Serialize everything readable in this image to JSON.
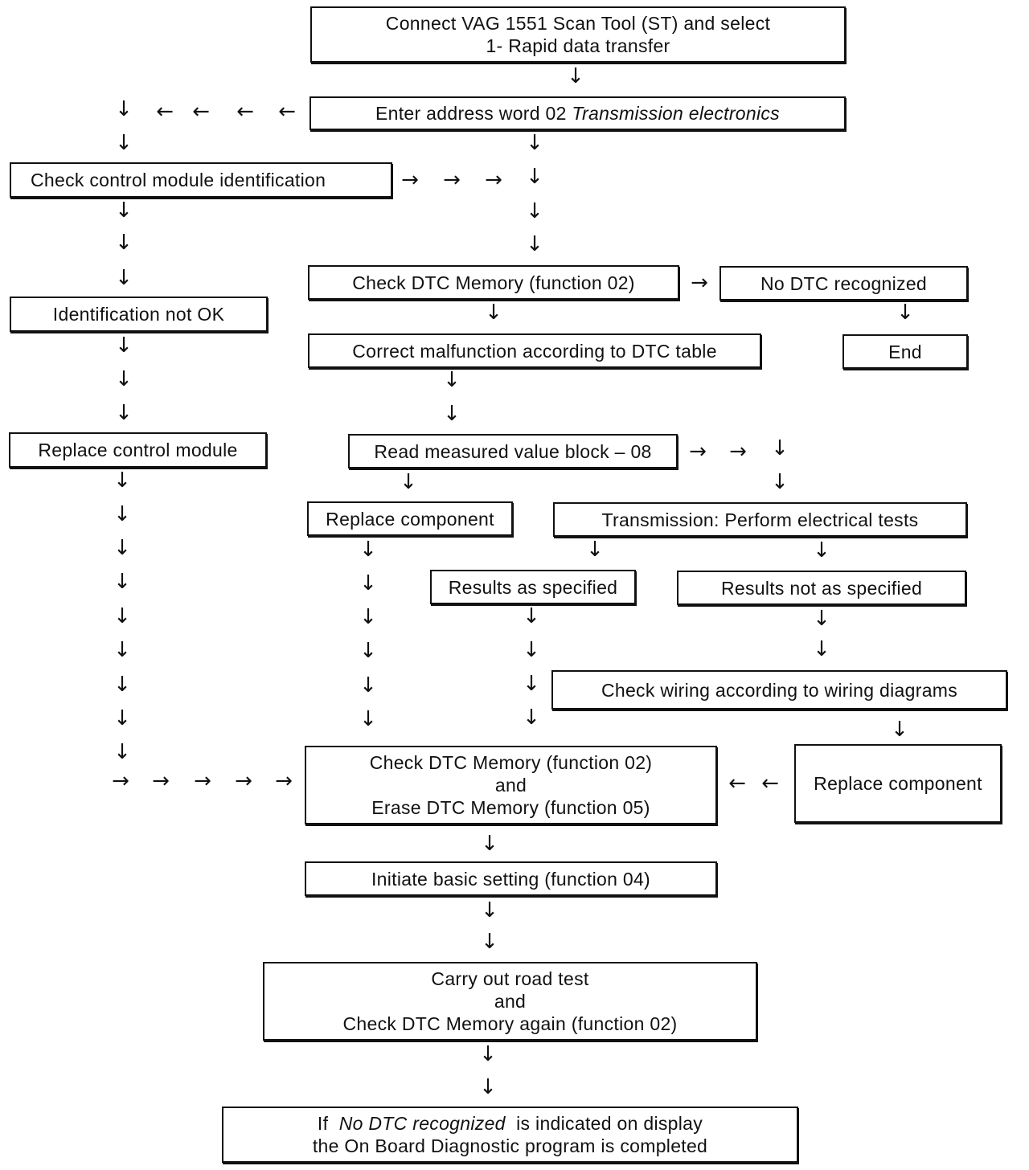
{
  "boxes": {
    "connect": {
      "line1": "Connect VAG 1551 Scan Tool (ST) and select",
      "line2": "1- Rapid data transfer"
    },
    "address": {
      "prefix": "Enter address word 02 ",
      "italic": "Transmission electronics"
    },
    "check_id": "Check control module identification",
    "check_dtc": "Check DTC Memory (function 02)",
    "no_dtc": "No DTC recognized",
    "end": "End",
    "id_not_ok": "Identification not OK",
    "correct": "Correct malfunction according to DTC table",
    "replace_module": "Replace control module",
    "read_block": "Read measured value block – 08",
    "replace_comp1": "Replace component",
    "transmission": "Transmission: Perform electrical tests",
    "results_ok": "Results as specified",
    "results_not": "Results not as specified",
    "check_wiring": "Check wiring according to wiring diagrams",
    "check_erase": {
      "line1": "Check DTC Memory (function 02)",
      "line2": "and",
      "line3": "Erase DTC Memory (function 05)"
    },
    "replace_comp2": "Replace component",
    "basic_setting": "Initiate basic setting (function 04)",
    "road_test": {
      "line1": "Carry out road test",
      "line2": "and",
      "line3": "Check DTC Memory again (function 02)"
    },
    "final": {
      "prefix": "If  ",
      "italic": "No DTC recognized",
      "suffix": "  is indicated on display",
      "line2": "the On Board Diagnostic program is completed"
    }
  },
  "arrow_glyphs": {
    "down": "↓",
    "left": "←",
    "right": "→"
  }
}
